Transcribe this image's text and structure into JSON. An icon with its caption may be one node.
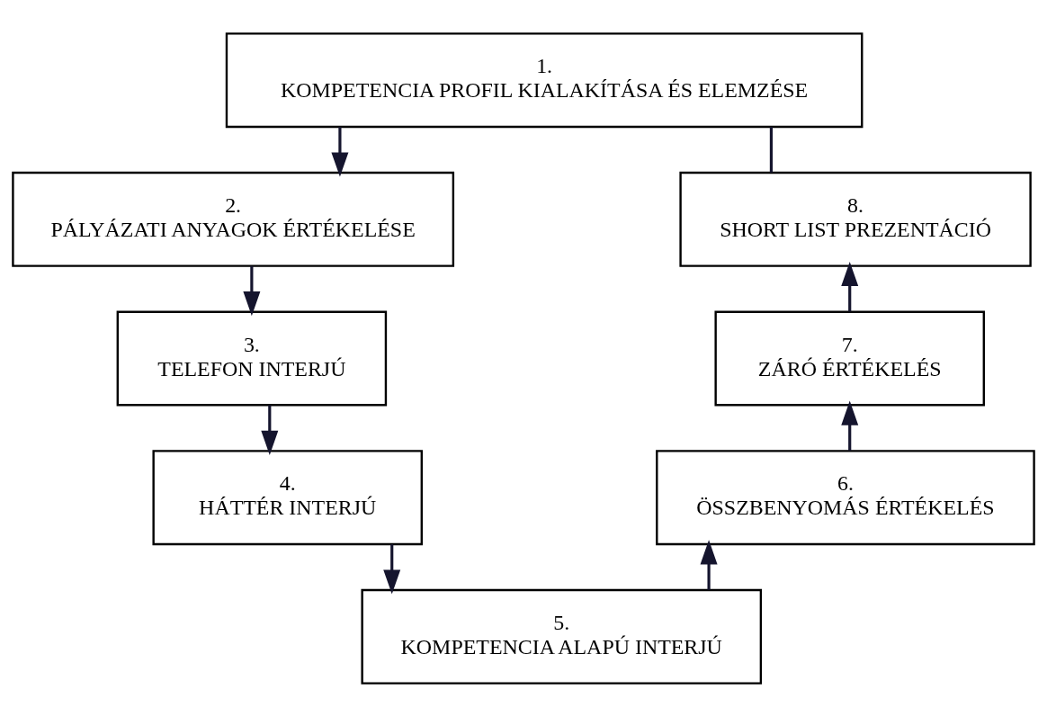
{
  "diagram": {
    "nodes": [
      {
        "text": [
          "1.",
          "KOMPETENCIA PROFIL KIALAKÍTÁSA ÉS ELEMZÉSE"
        ]
      },
      {
        "text": [
          "2.",
          "PÁLYÁZATI ANYAGOK ÉRTÉKELÉSE"
        ]
      },
      {
        "text": [
          "3.",
          "TELEFON INTERJÚ"
        ]
      },
      {
        "text": [
          "4.",
          "HÁTTÉR INTERJÚ"
        ]
      },
      {
        "text": [
          "5.",
          "KOMPETENCIA ALAPÚ INTERJÚ"
        ]
      },
      {
        "text": [
          "6.",
          "ÖSSZBENYOMÁS ÉRTÉKELÉS"
        ]
      },
      {
        "text": [
          "7.",
          "ZÁRÓ ÉRTÉKELÉS"
        ]
      },
      {
        "text": [
          "8.",
          "SHORT LIST PREZENTÁCIÓ"
        ]
      }
    ],
    "edges": [
      {
        "from": 0,
        "to": 1,
        "arrow": "to"
      },
      {
        "from": 1,
        "to": 2,
        "arrow": "to"
      },
      {
        "from": 2,
        "to": 3,
        "arrow": "to"
      },
      {
        "from": 3,
        "to": 4,
        "arrow": "to"
      },
      {
        "from": 4,
        "to": 5,
        "arrow": "to"
      },
      {
        "from": 5,
        "to": 6,
        "arrow": "to"
      },
      {
        "from": 6,
        "to": 7,
        "arrow": "to"
      },
      {
        "from": 7,
        "to": 0,
        "arrow": "none"
      }
    ]
  }
}
